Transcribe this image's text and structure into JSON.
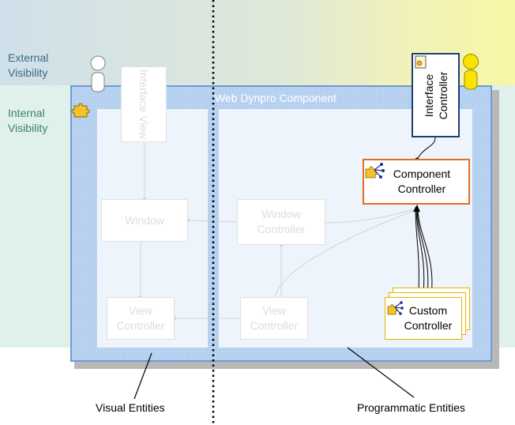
{
  "zones": {
    "external": "External Visibility",
    "internal": "Internal Visibility"
  },
  "component": {
    "title": "Web Dynpro Component"
  },
  "visual_entities": {
    "interface_view": "Interface View",
    "window": "Window",
    "view_controller": "View Controller"
  },
  "programmatic_entities": {
    "window_controller": "Window Controller",
    "view_controller": "View Controller",
    "interface_controller": "Interface Controller",
    "component_controller": "Component Controller",
    "custom_controller": "Custom Controller"
  },
  "captions": {
    "visual": "Visual Entities",
    "programmatic": "Programmatic Entities"
  },
  "colors": {
    "external_zone": "#cfe0ea",
    "internal_zone": "#e0f1ec",
    "component_border": "#6f9bd3",
    "interface_controller_border": "#1c3f78",
    "component_controller_border": "#e46b1f",
    "custom_controller_border": "#e8b400",
    "external_label": "#3a6a80",
    "internal_label": "#3a8070"
  },
  "icons": {
    "external_actor": "external-actor-icon",
    "internal_actor": "internal-actor-icon",
    "component": "puzzle-icon",
    "controller": "controller-network-icon",
    "interface": "interface-doc-icon"
  }
}
